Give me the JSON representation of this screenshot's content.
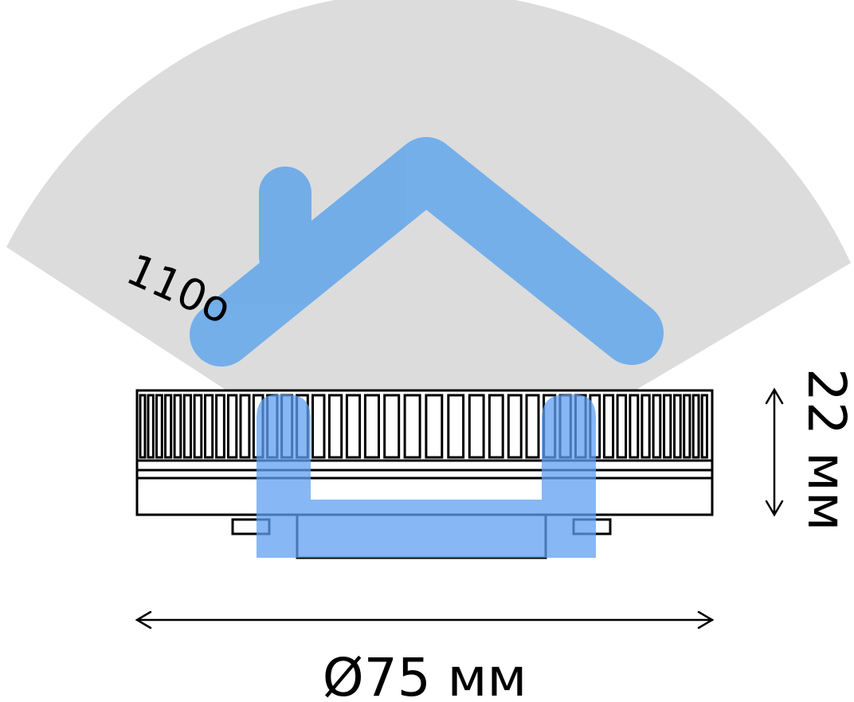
{
  "beam_angle_label": "110o",
  "height_label": "22 мм",
  "diameter_label": "Ø75 мм",
  "colors": {
    "beam_fill": "#dcdcdc",
    "house_blue": "#6aaaea",
    "lamp_blue": "#5f9ff0",
    "outline": "#000000",
    "background": "#ffffff"
  },
  "icons": [
    "house-icon",
    "lamp-icon"
  ]
}
